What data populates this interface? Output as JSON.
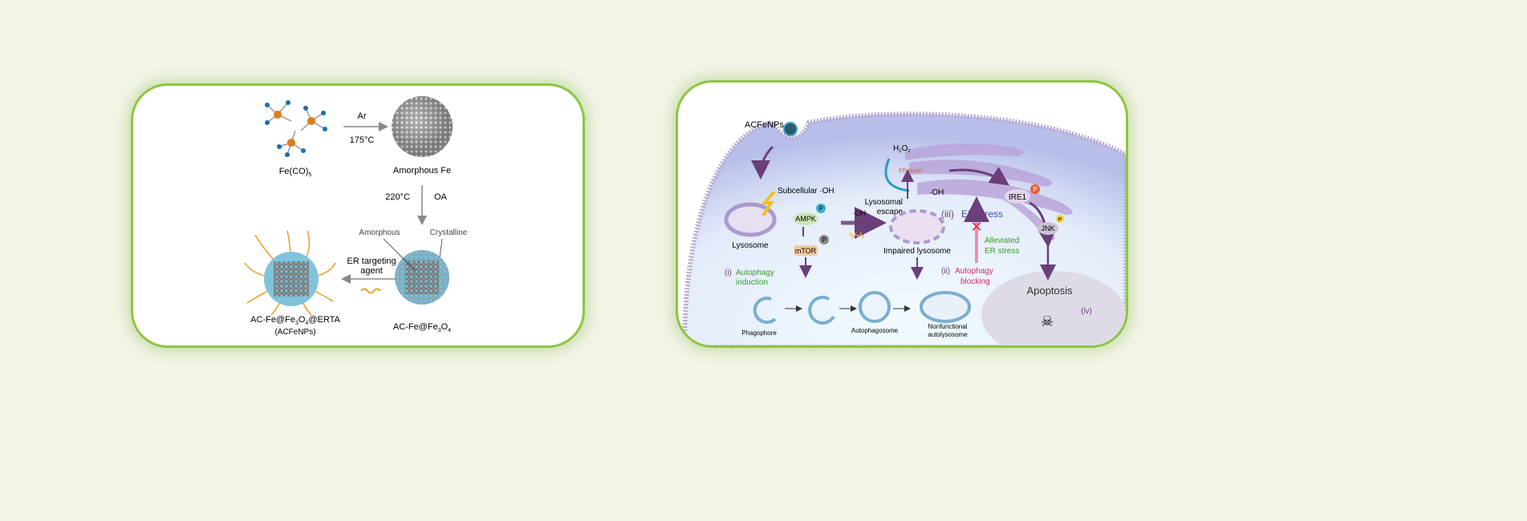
{
  "synthesis": {
    "precursor": "Fe(CO)",
    "precursor_sub": "5",
    "step1_gas": "Ar",
    "step1_temp": "175°C",
    "amorphous_fe": "Amorphous Fe",
    "step2_temp": "220°C",
    "step2_reagent": "OA",
    "amorphous_label": "Amorphous",
    "crystalline_label": "Crystalline",
    "step3_line1": "ER targeting",
    "step3_line2": "agent",
    "core_shell": "AC-Fe@Fe",
    "core_shell_sub1": "3",
    "core_shell_o": "O",
    "core_shell_sub2": "4",
    "final_prefix": "AC-Fe@Fe",
    "final_sub1": "3",
    "final_o": "O",
    "final_sub2": "4",
    "final_suffix": "@ERTA",
    "final_abbrev": "(ACFeNPs)"
  },
  "mechanism": {
    "acfenps": "ACFeNPs",
    "h2o2": "H",
    "h2o2_sub": "2",
    "h2o2_o": "O",
    "h2o2_sub2": "2",
    "er_target": "ER target",
    "oh_er": "·OH",
    "ire1": "IRE1",
    "p": "P",
    "er_stress_num": "(iii)",
    "er_stress": "ER stress",
    "lyso_escape_1": "Lysosomal",
    "lyso_escape_2": "escape",
    "subcellular_oh": "Subcellular ·OH",
    "ampk": "AMPK",
    "mtor": "mTOR",
    "oh": "·OH",
    "lysosome": "Lysosome",
    "impaired_lysosome": "Impaired lysosome",
    "alleviated_1": "Alleviated",
    "alleviated_2": "ER stress",
    "jnk": "JNK",
    "auto_ind_num": "(i)",
    "auto_ind_1": "Autophagy",
    "auto_ind_2": "induction",
    "auto_block_num": "(ii)",
    "auto_block_1": "Autophagy",
    "auto_block_2": "blocking",
    "apoptosis": "Apoptosis",
    "apoptosis_num": "(iv)",
    "phagophore": "Phagophore",
    "autophagosome": "Autophagosome",
    "nonfunctional_1": "Nonfunctional",
    "nonfunctional_2": "autolysosome"
  },
  "colors": {
    "border": "#8cc63f",
    "purple": "#6b3f7a",
    "green": "#3a9a2a",
    "pink": "#c8306a",
    "blue": "#3b4fa8"
  }
}
